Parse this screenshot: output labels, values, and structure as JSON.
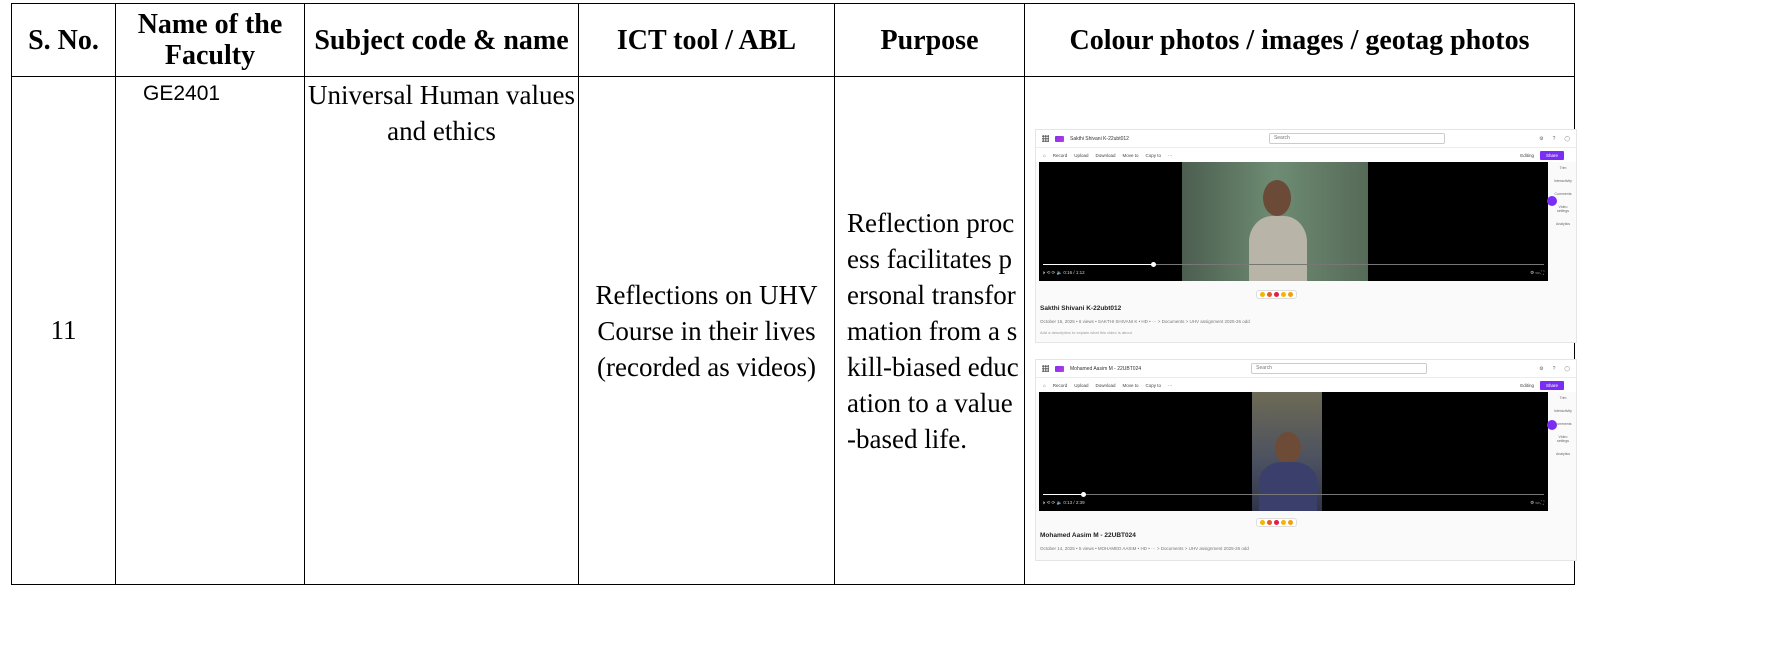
{
  "headers": {
    "sno": "S. No.",
    "faculty": "Name of the Faculty",
    "subject": "Subject code & name",
    "ict": "ICT tool / ABL",
    "purpose": "Purpose",
    "photos": "Colour photos / images / geotag photos"
  },
  "row": {
    "sno": "11",
    "faculty": "GE2401",
    "subject": "Universal Human values and ethics",
    "ict": "Reflections on UHV Course in their lives (recorded as videos)",
    "purpose": "Reflection process facilitates personal transformation from a skill-biased education to a value-based life."
  },
  "screenshots": [
    {
      "file_title": "Sakthi Shivani K-22ubt012",
      "search": "Search",
      "toolbar": [
        "Record",
        "Upload",
        "Download",
        "Move to",
        "Copy to",
        "···"
      ],
      "editing": "Editing",
      "share": "Share",
      "time": "0:16 / 1:12",
      "progress": 0.22,
      "video_title": "Sakthi Shivani K-22ubt012",
      "meta": "October 16, 2025 • 6 views • SAKTHI SHIVANI K • HD • ··· > Documents > UHV assignment 2025-26 odd",
      "desc": "Add a description to explain what this video is about",
      "rail": [
        "Trim",
        "Interactivity",
        "Comments",
        "Video settings",
        "Analytics"
      ]
    },
    {
      "file_title": "Mohamed Aasim M - 22UBT024",
      "search": "Search",
      "toolbar": [
        "Record",
        "Upload",
        "Download",
        "Move to",
        "Copy to",
        "···"
      ],
      "editing": "Editing",
      "share": "Share",
      "time": "0:13 / 2:39",
      "progress": 0.08,
      "video_title": "Mohamed Aasim M - 22UBT024",
      "meta": "October 14, 2025 • 5 views • MOHAMED AASIM • HD • ··· > Documents > UHV assignment 2025-26 odd",
      "desc": "",
      "rail": [
        "Trim",
        "Interactivity",
        "Comments",
        "Video settings",
        "Analytics"
      ]
    }
  ]
}
